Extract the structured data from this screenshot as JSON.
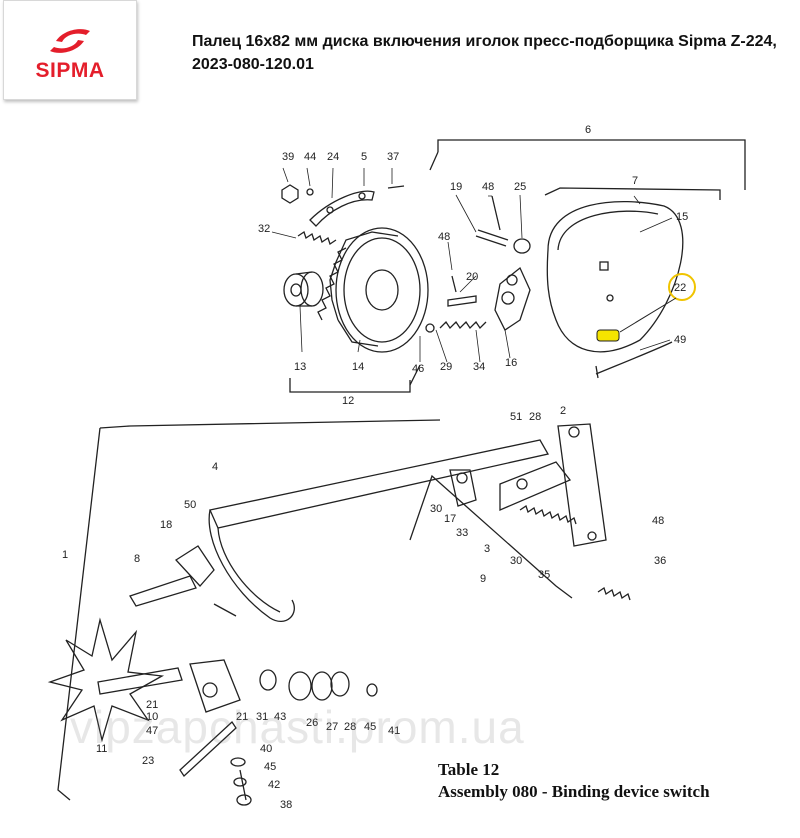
{
  "brand": {
    "name": "SIPMA",
    "color": "#e41e2b"
  },
  "title": {
    "line1": "Палец 16х82 мм диска включения иголок пресс-подборщика Sipma Z-224,",
    "line2": "2023-080-120.01"
  },
  "diagram": {
    "highlighted_part": "22",
    "highlight_color": "#f5e400",
    "labels": {
      "p1": "1",
      "p2": "2",
      "p3": "3",
      "p4": "4",
      "p5": "5",
      "p6": "6",
      "p7": "7",
      "p8": "8",
      "p9": "9",
      "p10": "10",
      "p11": "11",
      "p12": "12",
      "p13": "13",
      "p14": "14",
      "p15": "15",
      "p16": "16",
      "p17": "17",
      "p18": "18",
      "p19": "19",
      "p20": "20",
      "p21a": "21",
      "p21b": "21",
      "p22": "22",
      "p23": "23",
      "p24": "24",
      "p25": "25",
      "p26": "26",
      "p27": "27",
      "p28": "28",
      "p29": "29",
      "p30a": "30",
      "p30b": "30",
      "p31": "31",
      "p32": "32",
      "p33": "33",
      "p34": "34",
      "p35": "35",
      "p36": "36",
      "p37": "37",
      "p38": "38",
      "p39": "39",
      "p40": "40",
      "p41": "41",
      "p42": "42",
      "p43": "43",
      "p44": "44",
      "p45a": "45",
      "p45b": "45",
      "p46": "46",
      "p47": "47",
      "p48a": "48",
      "p48b": "48",
      "p48c": "48",
      "p49": "49",
      "p50": "50",
      "p51": "51"
    }
  },
  "caption": {
    "line1": "Table 12",
    "line2": "Assembly 080 - Binding device switch"
  },
  "watermark": "vipzapchasti.prom.ua"
}
